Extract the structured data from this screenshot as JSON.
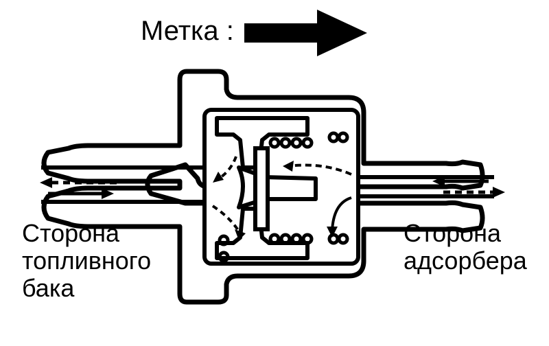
{
  "marker": {
    "label": "Метка :",
    "arrow_icon": "right-arrow-icon"
  },
  "left_side": {
    "lines": [
      "Сторона",
      "топливного",
      "бака"
    ]
  },
  "right_side": {
    "lines": [
      "Сторона",
      "адсорбера"
    ]
  },
  "colors": {
    "ink": "#000000",
    "background": "#ffffff"
  }
}
